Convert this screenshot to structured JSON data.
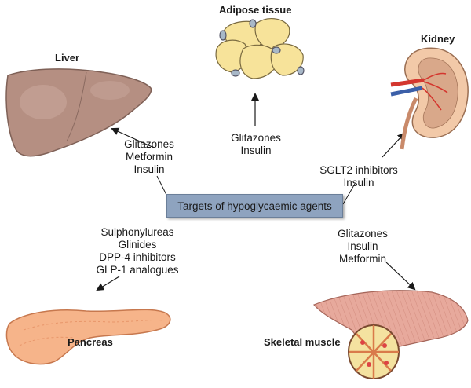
{
  "center": {
    "label": "Targets of hypoglycaemic agents"
  },
  "organs": {
    "liver": {
      "title": "Liver",
      "drugs": [
        "Glitazones",
        "Metformin",
        "Insulin"
      ]
    },
    "adipose": {
      "title": "Adipose tissue",
      "drugs": [
        "Glitazones",
        "Insulin"
      ]
    },
    "kidney": {
      "title": "Kidney",
      "drugs": [
        "SGLT2 inhibitors",
        "Insulin"
      ]
    },
    "pancreas": {
      "title": "Pancreas",
      "drugs": [
        "Sulphonylureas",
        "Glinides",
        "DPP-4 inhibitors",
        "GLP-1 analogues"
      ]
    },
    "muscle": {
      "title": "Skeletal muscle",
      "drugs": [
        "Glitazones",
        "Insulin",
        "Metformin"
      ]
    }
  },
  "colors": {
    "box": "#8ea3bf",
    "liver": "#b58f82",
    "adipose": "#f7e39a",
    "kidney": "#f2c9a8",
    "pancreas": "#f6b48a",
    "muscle": "#e7a99c"
  }
}
